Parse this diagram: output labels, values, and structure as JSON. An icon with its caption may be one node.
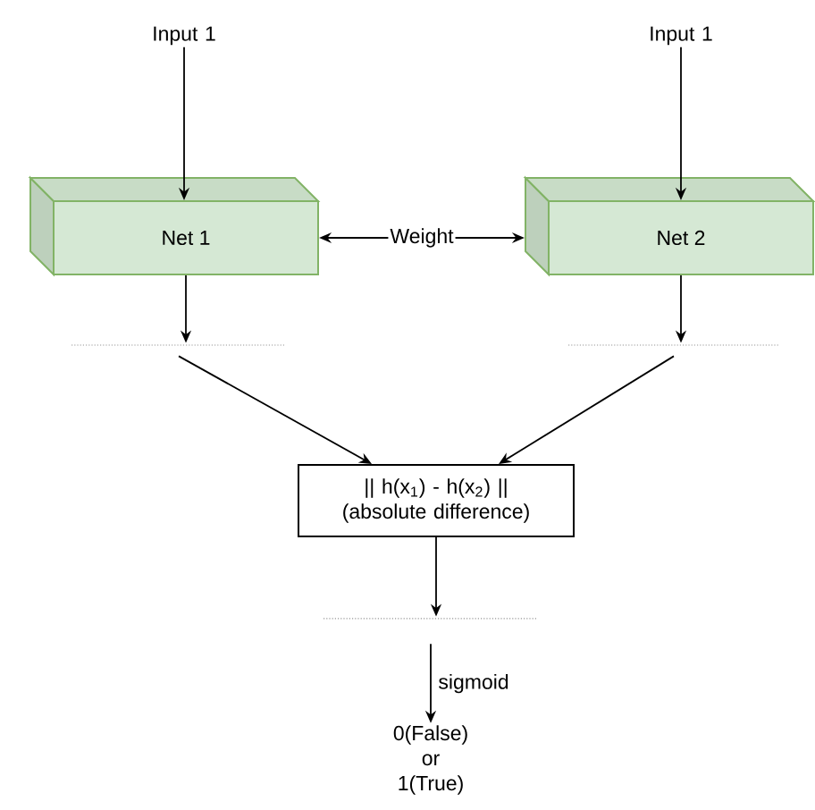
{
  "diagram": {
    "nodes": [
      {
        "text": [
          "Input 1"
        ]
      },
      {
        "text": [
          "Input 1"
        ]
      },
      {
        "text": [
          "Net 1"
        ]
      },
      {
        "text": [
          "Net 2"
        ]
      },
      {
        "text": [],
        "shape": "line"
      },
      {
        "text": [],
        "shape": "line"
      },
      {
        "text": [
          "|| h(x$_{1}$) - h(x$_{2}$) || (absolute difference)"
        ]
      },
      {
        "text": [],
        "shape": "line"
      },
      {
        "text": [
          "0(False) or 1(True)"
        ]
      }
    ],
    "edges": [
      {
        "from": 0,
        "to": 2,
        "arrow": "to"
      },
      {
        "from": 1,
        "to": 3,
        "arrow": "to"
      },
      {
        "from": 2,
        "to": 3,
        "arrow": "both",
        "label": "Weight"
      },
      {
        "from": 2,
        "to": 4,
        "arrow": "to"
      },
      {
        "from": 3,
        "to": 5,
        "arrow": "to"
      },
      {
        "from": 4,
        "to": 6,
        "arrow": "to"
      },
      {
        "from": 5,
        "to": 6,
        "arrow": "to"
      },
      {
        "from": 6,
        "to": 7,
        "arrow": "to"
      },
      {
        "from": 7,
        "to": 8,
        "arrow": "to",
        "label": "sigmoid"
      }
    ]
  }
}
